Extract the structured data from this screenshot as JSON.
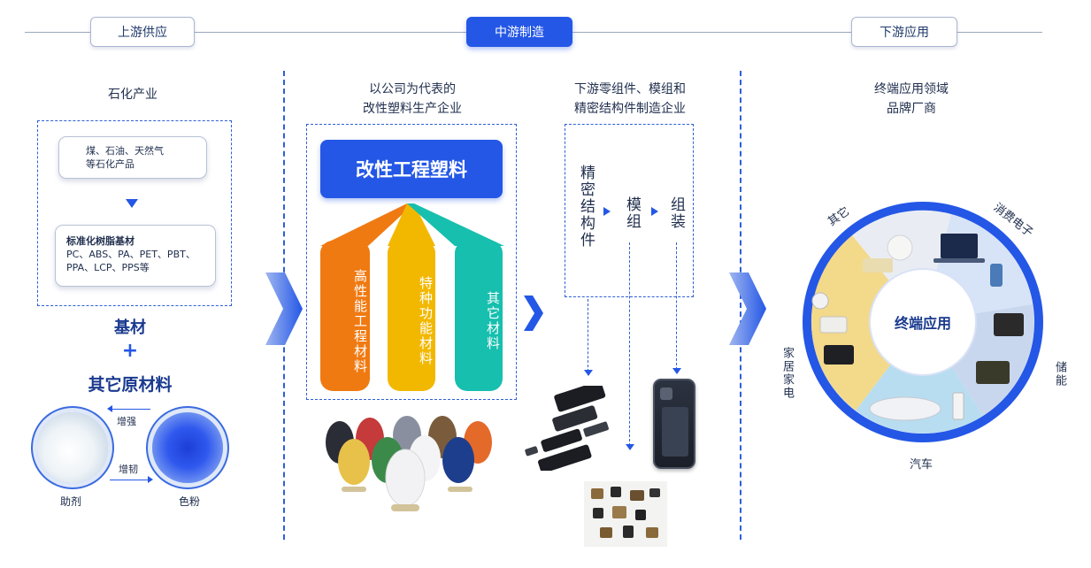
{
  "stages": {
    "upstream": "上游供应",
    "midstream": "中游制造",
    "downstream": "下游应用"
  },
  "upstream": {
    "title": "石化产业",
    "raw_card": {
      "line1": "煤、石油、天然气",
      "line2": "等石化产品"
    },
    "resin_card": {
      "line1": "标准化树脂基材",
      "line2": "PC、ABS、PA、PET、PBT、",
      "line3": "PPA、LCP、PPS等"
    },
    "base": "基材",
    "plus": "+",
    "other": "其它原材料",
    "reinforce": "增强",
    "toughen": "增韧",
    "additive": "助剂",
    "pigment": "色粉"
  },
  "midstream": {
    "company_caption": {
      "line1": "以公司为代表的",
      "line2": "改性塑料生产企业"
    },
    "main_box": "改性工程塑料",
    "pills": [
      "高性能工程材料",
      "特种功能材料",
      "其它材料"
    ],
    "parts_caption": {
      "line1": "下游零组件、模组和",
      "line2": "精密结构件制造企业"
    },
    "flow": [
      "精密结构件",
      "模组",
      "组装"
    ]
  },
  "downstream": {
    "caption": {
      "line1": "终端应用领域",
      "line2": "品牌厂商"
    },
    "center": "终端应用",
    "segments": [
      "其它",
      "消费电子",
      "储能",
      "汽车",
      "家居家电"
    ]
  },
  "colors": {
    "accent": "#2457e6",
    "orange": "#f07a12",
    "yellow": "#f2b800",
    "teal": "#16bfae"
  }
}
